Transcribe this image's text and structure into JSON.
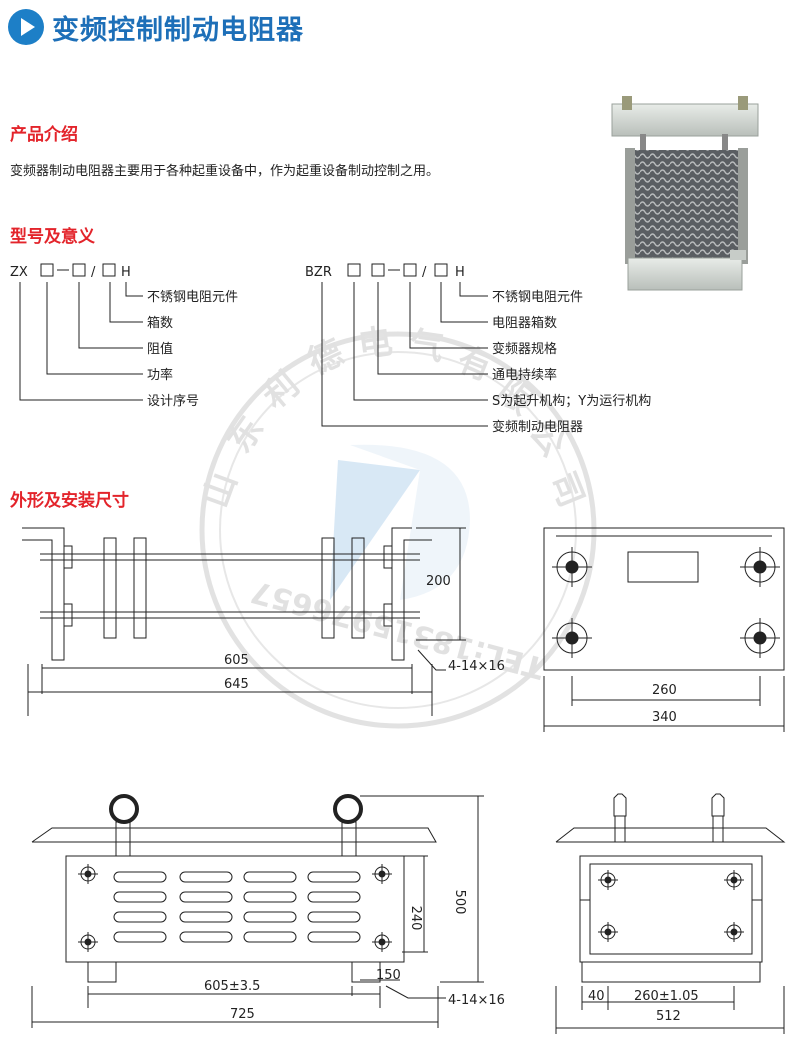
{
  "header": {
    "title": "变频控制制动电阻器",
    "icon": "play-icon",
    "accent": "#1d6fb8"
  },
  "intro": {
    "heading": "产品介绍",
    "body": "变频器制动电阻器主要用于各种起重设备中，作为起重设备制动控制之用。"
  },
  "model": {
    "heading": "型号及意义",
    "zx": {
      "prefix": "ZX",
      "code_tail": "H",
      "items": [
        "不锈钢电阻元件",
        "箱数",
        "阻值",
        "功率",
        "设计序号"
      ]
    },
    "bzr": {
      "prefix": "BZR",
      "code_tail": "H",
      "items": [
        "不锈钢电阻元件",
        "电阻器箱数",
        "变频器规格",
        "通电持续率",
        "S为起升机构；Y为运行机构",
        "变频制动电阻器"
      ]
    }
  },
  "dims": {
    "heading": "外形及安装尺寸",
    "top_left": {
      "d1": "605",
      "d2": "645",
      "h": "200",
      "holes": "4-14×16"
    },
    "top_right": {
      "d1": "260",
      "d2": "340"
    },
    "bottom_left": {
      "d1": "605±3.5",
      "d2": "725",
      "h1": "240",
      "h2": "500",
      "d3": "150",
      "holes": "4-14×16"
    },
    "bottom_right": {
      "d0": "40",
      "d1": "260±1.05",
      "d2": "512"
    }
  },
  "watermark": {
    "company": "山东利德电气有限公司",
    "tel": "TEL:18315976657"
  },
  "colors": {
    "heading_red": "#e3242b",
    "title_blue": "#1d6fb8"
  }
}
